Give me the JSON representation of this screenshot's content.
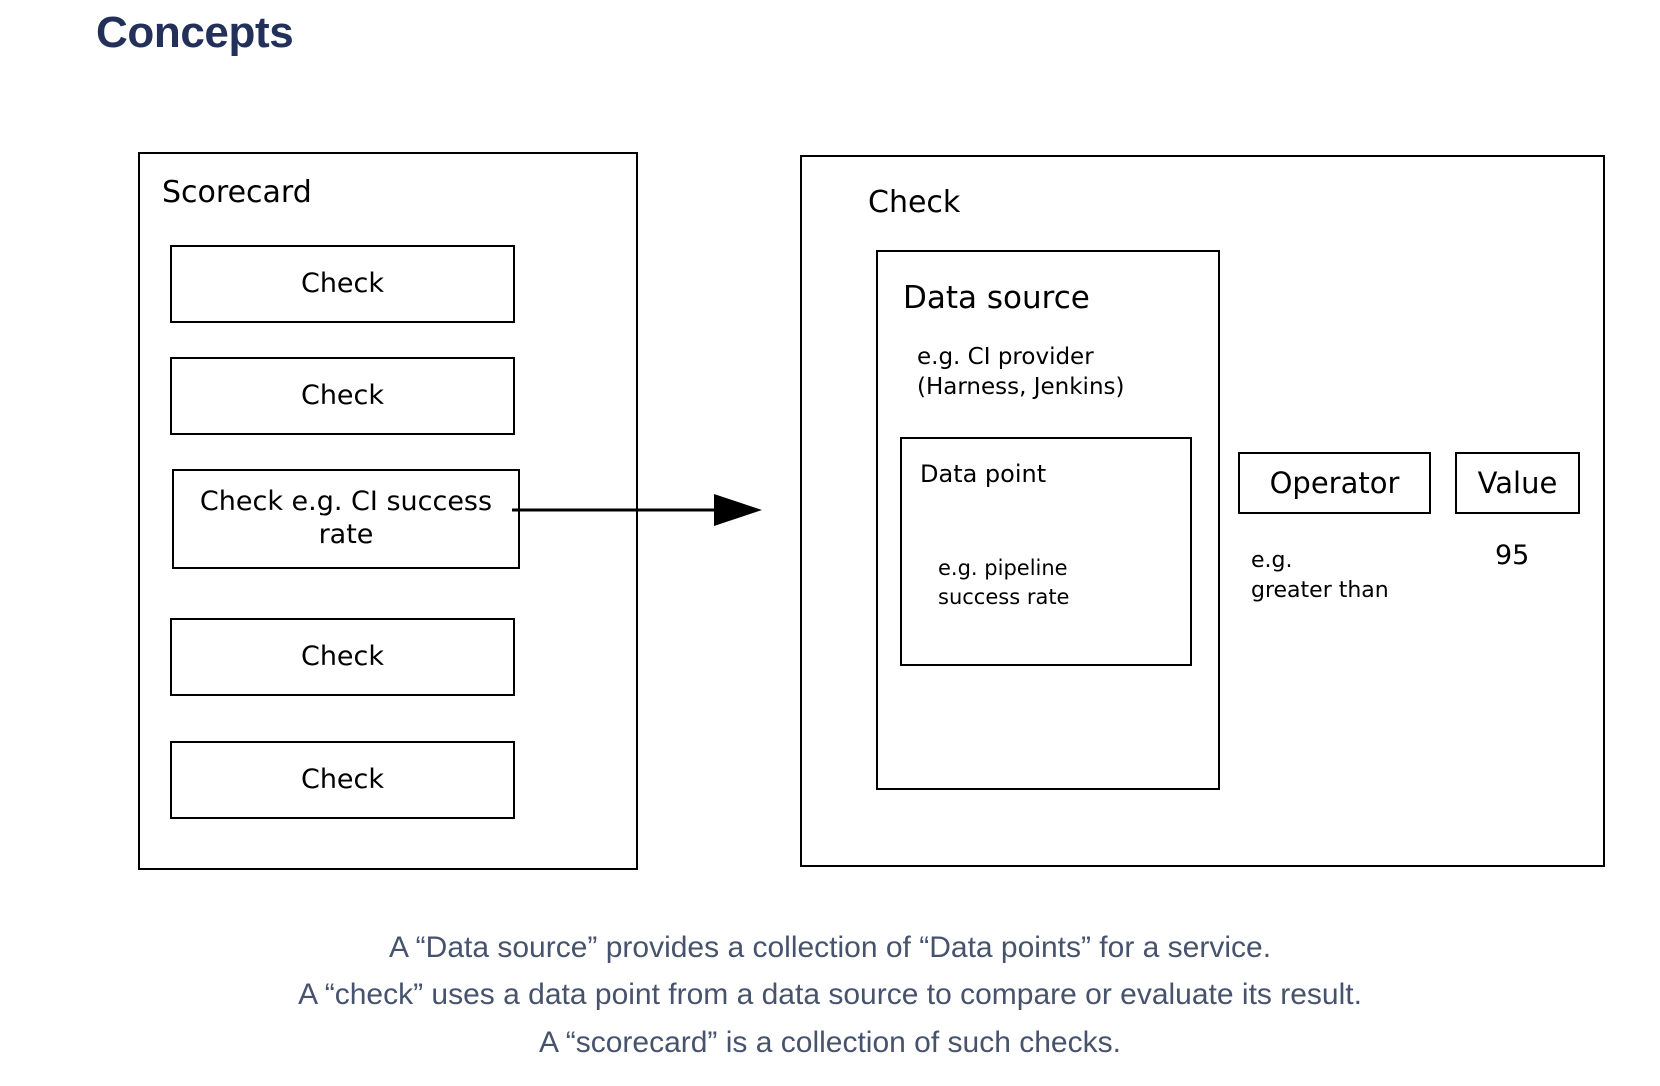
{
  "page": {
    "title": "Concepts",
    "title_color": "#22305A",
    "background": "#FFFFFF",
    "stroke_color": "#000000"
  },
  "scorecard": {
    "title": "Scorecard",
    "checks": [
      {
        "label": "Check"
      },
      {
        "label": "Check"
      },
      {
        "label": "Check e.g. CI\nsuccess rate"
      },
      {
        "label": "Check"
      },
      {
        "label": "Check"
      }
    ]
  },
  "connector": {
    "name": "arrow",
    "direction": "left-to-right"
  },
  "check_panel": {
    "title": "Check",
    "data_source": {
      "title": "Data source",
      "note": "e.g. CI provider\n(Harness, Jenkins)",
      "data_point": {
        "title": "Data point",
        "note": "e.g. pipeline\nsuccess rate"
      }
    },
    "operator": {
      "label": "Operator",
      "note": "e.g.\ngreater than"
    },
    "value": {
      "label": "Value",
      "number": "95"
    }
  },
  "caption": {
    "color": "#47536D",
    "lines": [
      "A “Data source” provides a collection of “Data points” for a service.",
      "A “check” uses a data point from a data source to compare or evaluate its result.",
      "A “scorecard” is a collection of such checks."
    ]
  }
}
